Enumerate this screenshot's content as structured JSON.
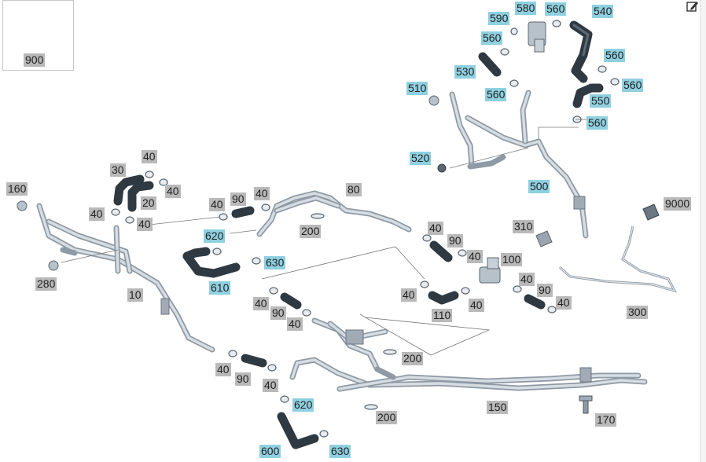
{
  "colors": {
    "gray_label": "#b9b9b9",
    "blue_label": "#8fd0e0",
    "pipe": "#a9b6c1",
    "hose": "#3a4550"
  },
  "labels": {
    "l900": "900",
    "l160": "160",
    "l280": "280",
    "l10": "10",
    "l30": "30",
    "l20": "20",
    "l40a": "40",
    "l40b": "40",
    "l40c": "40",
    "l40d": "40",
    "l40e": "40",
    "l90a": "90",
    "l40f": "40",
    "l80": "80",
    "l200a": "200",
    "l620a": "620",
    "l630a": "630",
    "l610": "610",
    "l40g": "40",
    "l90b": "90",
    "l40h": "40",
    "l40i": "40",
    "l110": "110",
    "l40j": "40",
    "l40k": "40",
    "l90c": "90",
    "l40l": "40",
    "l100": "100",
    "l40m": "40",
    "l90d": "90",
    "l40n": "40",
    "l200b": "200",
    "l40o": "40",
    "l90e": "90",
    "l40p": "40",
    "l620b": "620",
    "l200c": "200",
    "l600": "600",
    "l630b": "630",
    "l150": "150",
    "l170": "170",
    "l310": "310",
    "l300": "300",
    "l9000": "9000",
    "l500": "500",
    "l510": "510",
    "l520": "520",
    "l530": "530",
    "l560a": "560",
    "l560b": "560",
    "l560c": "560",
    "l560d": "560",
    "l560e": "560",
    "l560f": "560",
    "l590": "590",
    "l580": "580",
    "l540": "540",
    "l550": "550"
  }
}
